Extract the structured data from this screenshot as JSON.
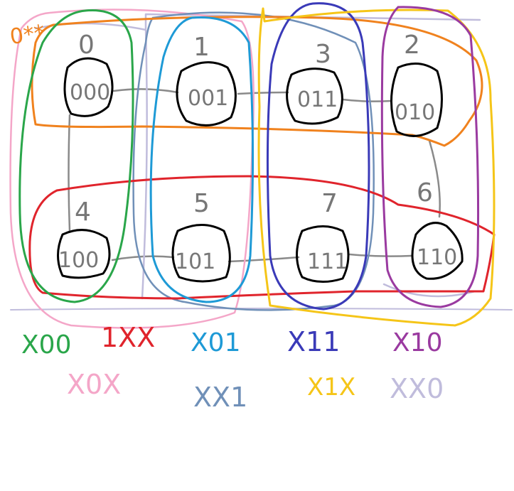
{
  "corner_label": {
    "text": "0**",
    "color": "#f0821e"
  },
  "nodes": [
    {
      "index": "0",
      "code": "000"
    },
    {
      "index": "1",
      "code": "001"
    },
    {
      "index": "3",
      "code": "011"
    },
    {
      "index": "2",
      "code": "010"
    },
    {
      "index": "4",
      "code": "100"
    },
    {
      "index": "5",
      "code": "101"
    },
    {
      "index": "7",
      "code": "111"
    },
    {
      "index": "6",
      "code": "110"
    }
  ],
  "group_labels": [
    {
      "text": "X00",
      "color": "#2aa64a"
    },
    {
      "text": "1XX",
      "color": "#e0242c"
    },
    {
      "text": "X01",
      "color": "#1e9ad6"
    },
    {
      "text": "X11",
      "color": "#3a3ab8"
    },
    {
      "text": "X10",
      "color": "#9a3aa0"
    },
    {
      "text": "X0X",
      "color": "#f4a6c8"
    },
    {
      "text": "XX1",
      "color": "#7090b8"
    },
    {
      "text": "X1X",
      "color": "#f5c518"
    },
    {
      "text": "XX0",
      "color": "#c0bcdc"
    }
  ],
  "colors": {
    "node_stroke": "#000000",
    "edge": "#8a8a8a",
    "text": "#777777",
    "orange": "#f0821e",
    "red": "#e0242c",
    "green": "#2aa64a",
    "cyan": "#1e9ad6",
    "blue": "#3a3ab8",
    "purple": "#9a3aa0",
    "pink": "#f4a6c8",
    "steel": "#7090b8",
    "yellow": "#f5c518",
    "lavender": "#c0bcdc"
  }
}
